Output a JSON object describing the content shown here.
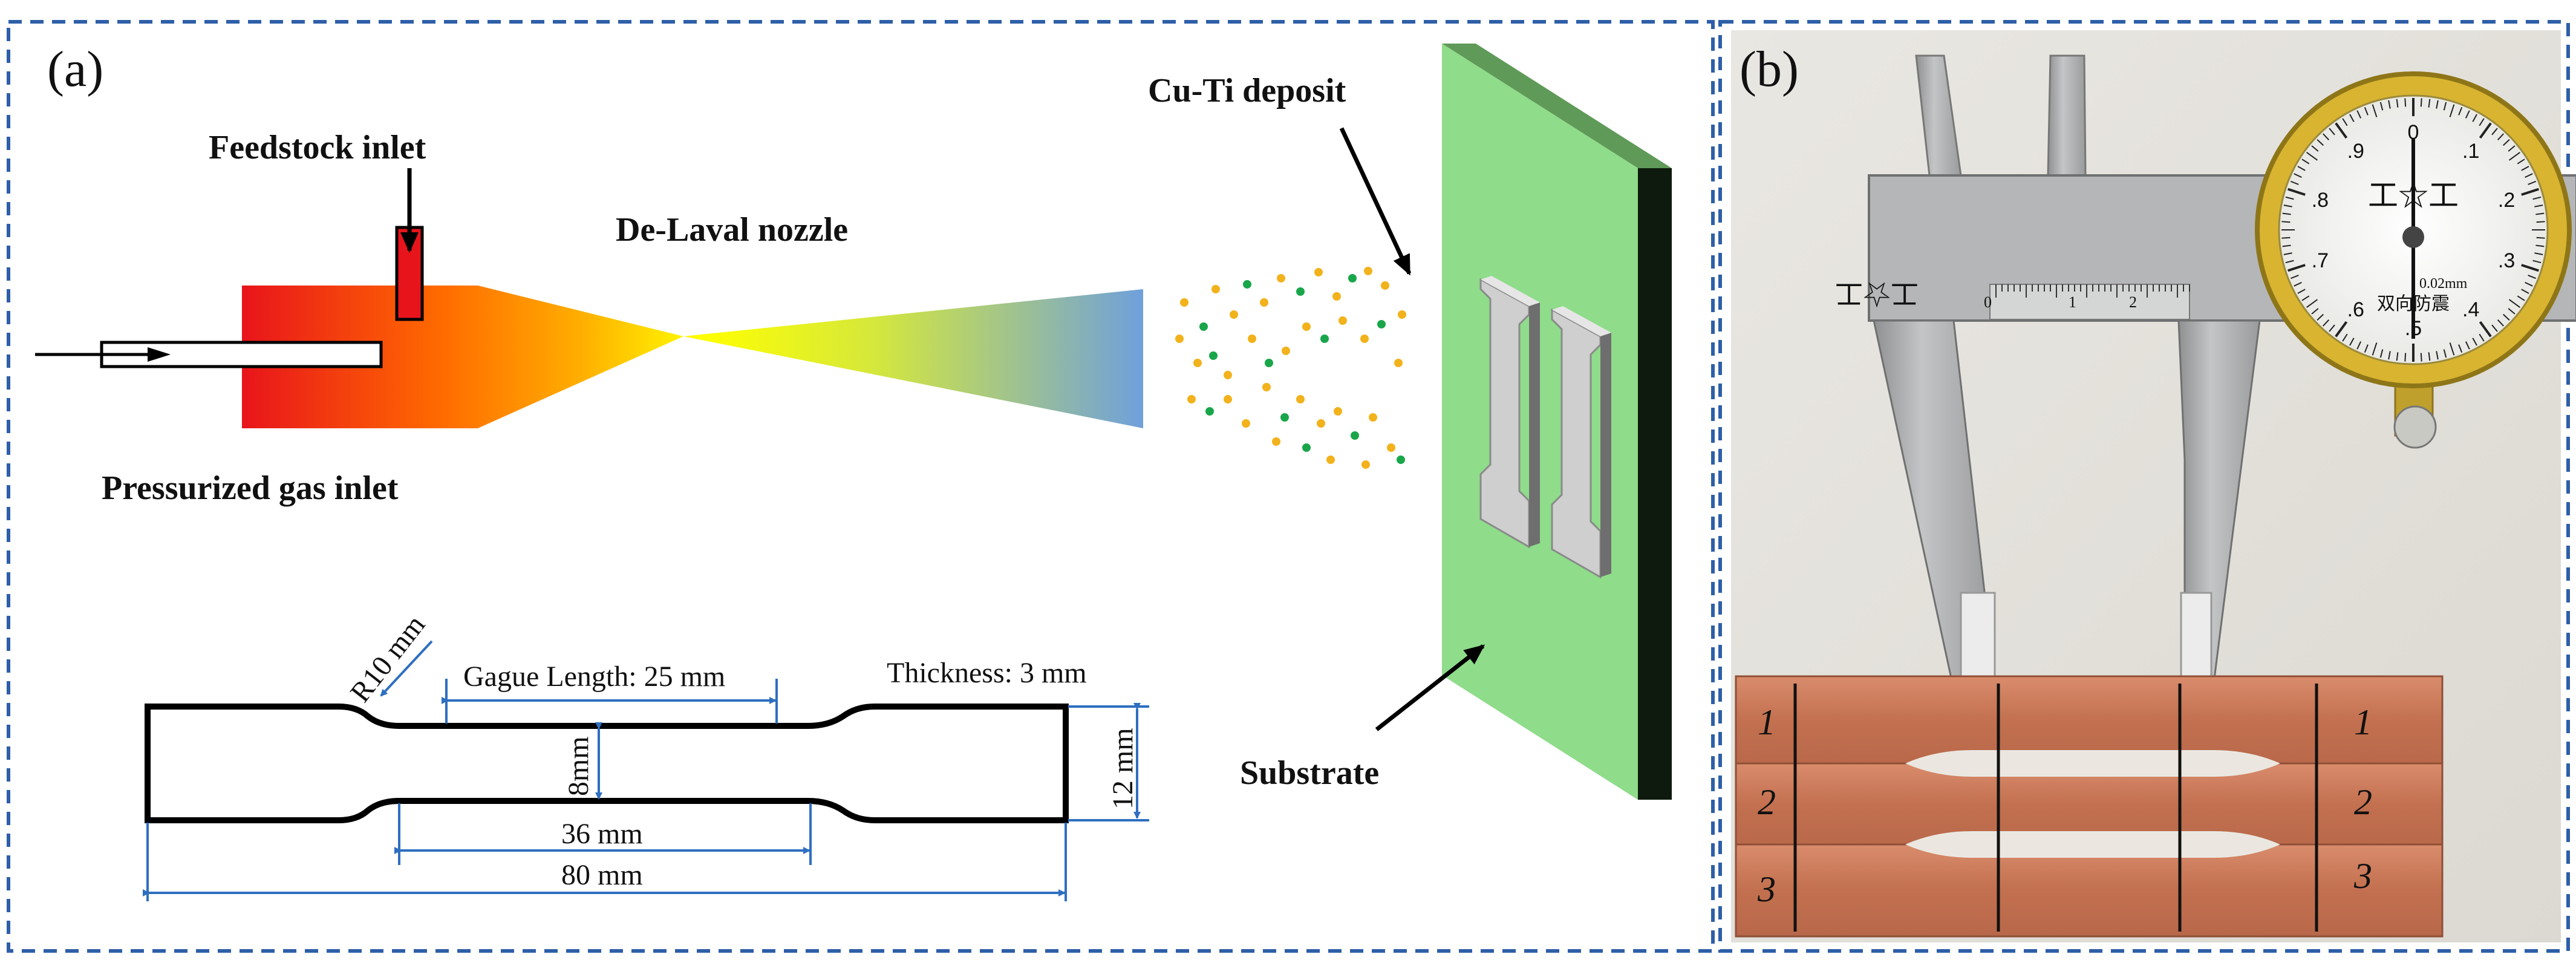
{
  "panel_a": {
    "letter": "(a)",
    "labels": {
      "feedstock_inlet": "Feedstock inlet",
      "de_laval_nozzle": "De-Laval nozzle",
      "pressurized_gas_inlet": "Pressurized gas inlet",
      "cu_ti_deposit": "Cu-Ti deposit",
      "substrate": "Substrate"
    },
    "specimen_drawing": {
      "radius": "R10 mm",
      "gauge_length": "Gague Length: 25 mm",
      "thickness": "Thickness: 3 mm",
      "gauge_width": "8mm",
      "total_width": "12 mm",
      "reduced_section_length": "36 mm",
      "total_length": "80 mm"
    },
    "colors": {
      "nozzle_start": "#e8141b",
      "nozzle_mid": "#ff9a00",
      "nozzle_throat": "#ffff00",
      "nozzle_end": "#6fa0dc",
      "substrate_face": "#8fdc8a",
      "substrate_edge": "#0d1a0d",
      "particle_cu": "#f2b21c",
      "particle_ti": "#19a64a",
      "dimension_line": "#2e6fc0",
      "frame": "#2e5fa8"
    }
  },
  "panel_b": {
    "letter": "(b)",
    "photo": {
      "dial_brand": "工☆工",
      "dial_resolution": "0.02mm",
      "dial_subtitle": "双向防震",
      "caliper_brand": "工☆工",
      "dial_numbers": [
        "0",
        ".1",
        ".2",
        ".3",
        ".4",
        ".5",
        ".6",
        ".7",
        ".8",
        ".9"
      ],
      "scale_numbers": [
        "0",
        "1",
        "2"
      ],
      "specimen_numbers": [
        "1",
        "2",
        "3"
      ],
      "colors": {
        "background": "#e4e2dc",
        "copper": "#c8795a",
        "steel": "#a8a9aa",
        "dial_ring": "#d8b431"
      }
    }
  }
}
